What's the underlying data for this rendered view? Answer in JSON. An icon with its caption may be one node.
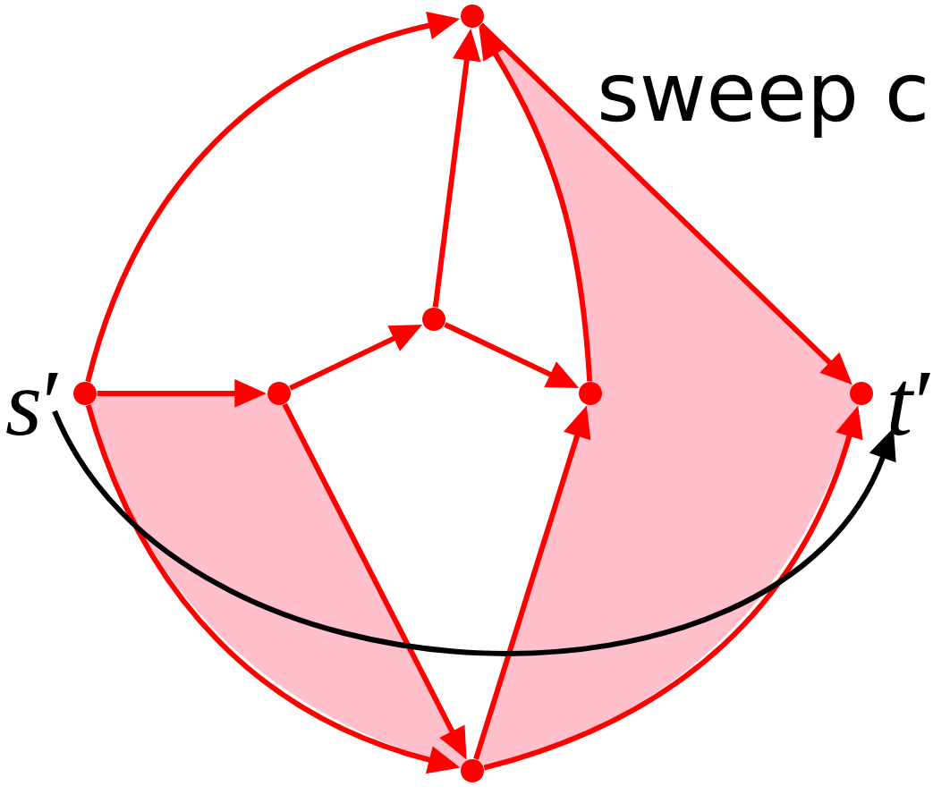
{
  "diagram": {
    "nodes": [
      {
        "text": [],
        "shape": "circle",
        "beside": [
          "*s*′"
        ]
      },
      {
        "text": [],
        "shape": "circle"
      },
      {
        "text": [],
        "shape": "circle"
      },
      {
        "text": [],
        "shape": "circle"
      },
      {
        "text": [],
        "shape": "circle"
      },
      {
        "text": [],
        "shape": "circle",
        "beside": [
          "*t*′"
        ]
      },
      {
        "text": [],
        "shape": "circle"
      }
    ],
    "edges": [
      {
        "from": 0,
        "to": 3,
        "arrow": "to"
      },
      {
        "from": 0,
        "to": 1,
        "arrow": "to"
      },
      {
        "from": 1,
        "to": 2,
        "arrow": "to"
      },
      {
        "from": 2,
        "to": 3,
        "arrow": "to"
      },
      {
        "from": 2,
        "to": 4,
        "arrow": "to"
      },
      {
        "from": 4,
        "to": 3,
        "arrow": "to"
      },
      {
        "from": 3,
        "to": 5,
        "arrow": "to"
      },
      {
        "from": 1,
        "to": 6,
        "arrow": "to"
      },
      {
        "from": 0,
        "to": 6,
        "arrow": "to"
      },
      {
        "from": 6,
        "to": 4,
        "arrow": "to"
      },
      {
        "from": 6,
        "to": 5,
        "arrow": "to"
      },
      {
        "from": 0,
        "to": 5,
        "arrow": "to",
        "color": "#000000"
      }
    ],
    "labels": [
      "sweep c"
    ]
  }
}
